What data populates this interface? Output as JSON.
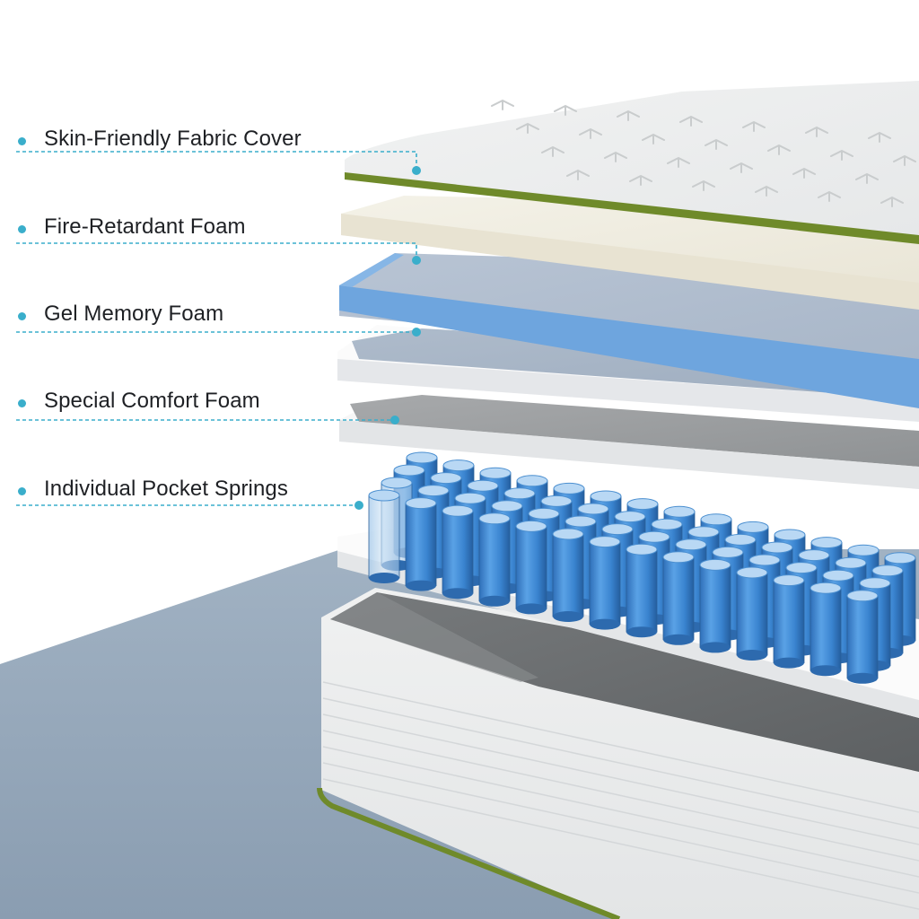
{
  "labels": [
    {
      "text": "Skin-Friendly Fabric Cover"
    },
    {
      "text": "Fire-Retardant Foam"
    },
    {
      "text": "Gel Memory Foam"
    },
    {
      "text": "Special Comfort Foam"
    },
    {
      "text": "Individual Pocket Springs"
    }
  ],
  "colors": {
    "accent": "#3aaecb",
    "edge_trim": "#6f8a2a",
    "floor": "#8fa2b6",
    "gel_blue": "#6ea5de",
    "spring_blue": "#3d86cf"
  }
}
